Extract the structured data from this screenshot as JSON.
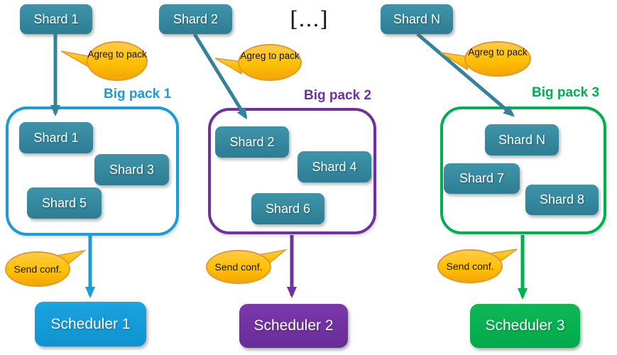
{
  "diagram": {
    "ellipsis": "[…]",
    "columns": [
      {
        "source_shard": "Shard 1",
        "agreg_label": "Agreg to pack",
        "pack_label": "Big pack 1",
        "pack_shards": [
          "Shard 1",
          "Shard 3",
          "Shard 5"
        ],
        "send_label": "Send conf.",
        "scheduler_label": "Scheduler 1",
        "accent_color": "#1B9BD8"
      },
      {
        "source_shard": "Shard 2",
        "agreg_label": "Agreg to pack",
        "pack_label": "Big pack 2",
        "pack_shards": [
          "Shard 2",
          "Shard 4",
          "Shard 6"
        ],
        "send_label": "Send conf.",
        "scheduler_label": "Scheduler 2",
        "accent_color": "#7030A0"
      },
      {
        "source_shard": "Shard N",
        "agreg_label": "Agreg to pack",
        "pack_label": "Big pack 3",
        "pack_shards": [
          "Shard N",
          "Shard 7",
          "Shard 8"
        ],
        "send_label": "Send conf.",
        "scheduler_label": "Scheduler 3",
        "accent_color": "#00B050"
      }
    ],
    "colors": {
      "shard_fill": "#31859C",
      "bubble_fill": "#FFC000",
      "bubble_border": "#E09A2F",
      "pack1_accent": "#1B9BD8",
      "pack2_accent": "#7030A0",
      "pack3_accent": "#00B050"
    }
  }
}
